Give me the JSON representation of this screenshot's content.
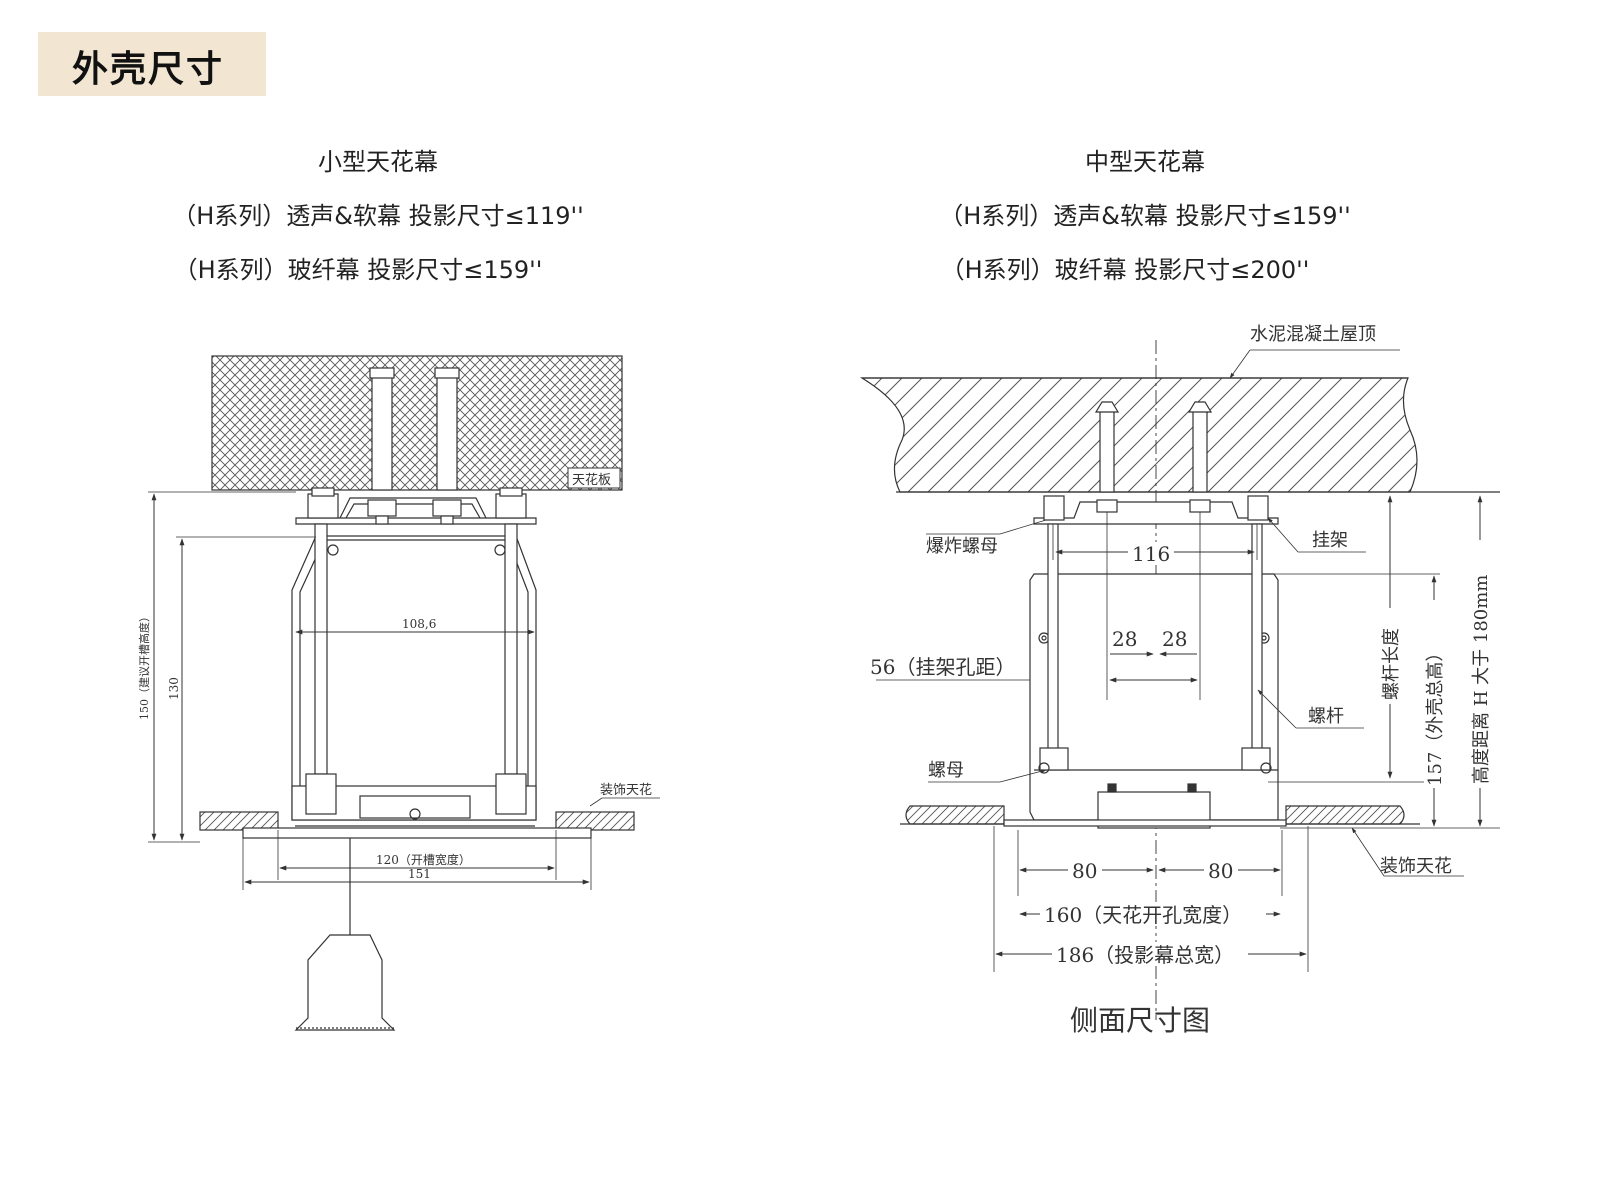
{
  "header": {
    "title": "外壳尺寸"
  },
  "left": {
    "title": "小型天花幕",
    "line1": "（H系列）透声&软幕 投影尺寸≤119''",
    "line2": "（H系列）玻纤幕 投影尺寸≤159''",
    "labels": {
      "ceiling_board": "天花板",
      "inner_width": "108,6",
      "total_height": "150（建议开槽高度）",
      "box_height": "130",
      "deco_ceiling": "装饰天花",
      "slot_width": "120（开槽宽度）",
      "total_width": "151"
    }
  },
  "right": {
    "title": "中型天花幕",
    "line1": "（H系列）透声&软幕 投影尺寸≤159''",
    "line2": "（H系列）玻纤幕 投影尺寸≤200''",
    "labels": {
      "concrete_roof": "水泥混凝土屋顶",
      "expansion_nut": "爆炸螺母",
      "bracket": "挂架",
      "dim_116": "116",
      "dim_28a": "28",
      "dim_28b": "28",
      "hole_spacing": "56（挂架孔距）",
      "rod": "螺杆",
      "nut": "螺母",
      "rod_length": "螺杆长度",
      "shell_height": "157（外壳总高）",
      "height_distance": "高度距离 H 大于 180mm",
      "deco_ceiling": "装饰天花",
      "dim_80a": "80",
      "dim_80b": "80",
      "opening_width": "160（天花开孔宽度）",
      "screen_width": "186（投影幕总宽）",
      "caption": "侧面尺寸图"
    }
  }
}
